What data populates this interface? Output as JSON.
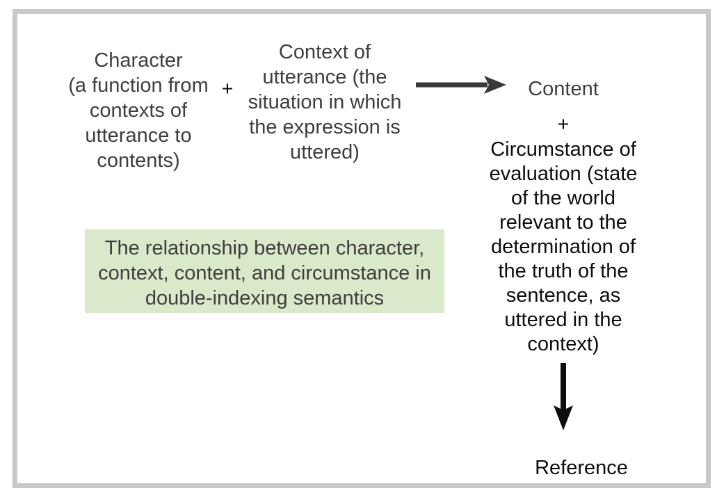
{
  "colors": {
    "frame_border": "#c9c9c9",
    "text_primary_gray": "#3e3e3e",
    "text_black": "#0d0d0d",
    "arrow_gray": "#3a3a3a",
    "arrow_black": "#0d0d0d",
    "caption_bg": "#dbe9cb"
  },
  "diagram": {
    "character": {
      "lines": [
        "Character",
        "(a function from",
        "contexts of",
        "utterance to",
        "contents)"
      ]
    },
    "plus_left": "+",
    "context": {
      "lines": [
        "Context of",
        "utterance (the",
        "situation in which",
        "the expression is",
        "uttered)"
      ]
    },
    "content_label": "Content",
    "plus_right": "+",
    "circumstance": {
      "lines": [
        "Circumstance of",
        "evaluation (state",
        "of the world",
        "relevant to the",
        "determination of",
        "the truth of the",
        "sentence, as",
        "uttered in the",
        "context)"
      ]
    },
    "reference_label": "Reference",
    "caption": {
      "lines": [
        "The relationship between character,",
        "context, content, and circumstance in",
        "double-indexing semantics"
      ]
    },
    "icons": {
      "right_arrow": "right-arrow-icon",
      "down_arrow": "down-arrow-icon"
    }
  }
}
